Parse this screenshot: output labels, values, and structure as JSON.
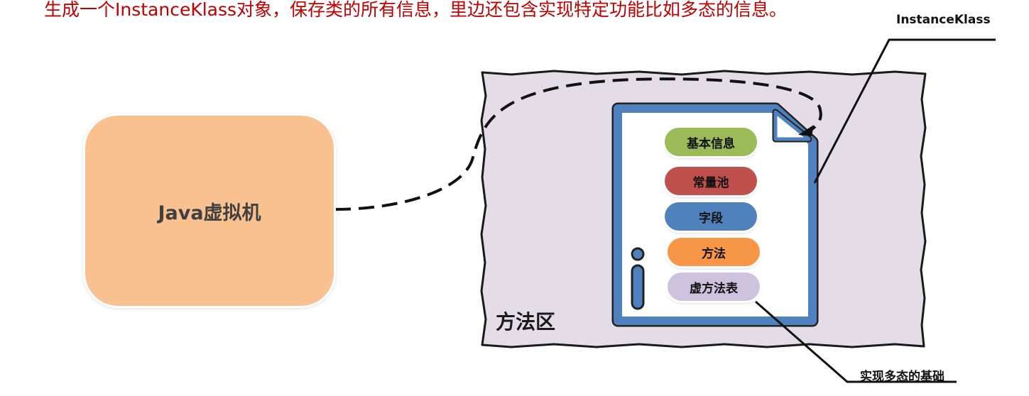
{
  "heading": "生成一个InstanceKlass对象，保存类的所有信息，里边还包含实现特定功能比如多态的信息。",
  "jvm": {
    "label": "Java虚拟机",
    "color": "#f8c18f"
  },
  "method_area": {
    "label": "方法区",
    "color": "#e4dde8"
  },
  "instance_klass": {
    "callout": "InstanceKlass",
    "outline_color": "#4e81bd",
    "info_icon": "info-icon",
    "items": [
      {
        "label": "基本信息",
        "color": "#9bbb59"
      },
      {
        "label": "常量池",
        "color": "#c0504d"
      },
      {
        "label": "字段",
        "color": "#4f81bd"
      },
      {
        "label": "方法",
        "color": "#f79646"
      },
      {
        "label": "虚方法表",
        "color": "#cdc3de"
      }
    ]
  },
  "polymorphism_callout": "实现多态的基础"
}
